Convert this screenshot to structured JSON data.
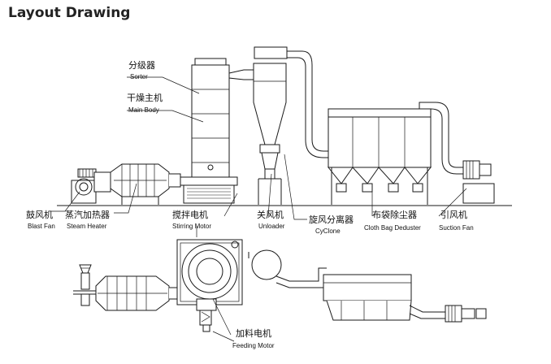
{
  "title": "Layout Drawing",
  "labels": {
    "sorter": {
      "cn": "分级器",
      "en": "Sorter"
    },
    "main_body": {
      "cn": "干燥主机",
      "en": "Main Body"
    },
    "blast_fan": {
      "cn": "鼓风机",
      "en": "Blast Fan"
    },
    "steam_heater": {
      "cn": "蒸汽加热器",
      "en": "Steam Heater"
    },
    "stirring_motor": {
      "cn": "搅拌电机",
      "en": "Stirring Motor"
    },
    "unloader": {
      "cn": "关风机",
      "en": "Unloader"
    },
    "cyclone": {
      "cn": "旋风分离器",
      "en": "CyClone"
    },
    "cloth_bag": {
      "cn": "布袋除尘器",
      "en": "Cloth Bag Deduster"
    },
    "suction_fan": {
      "cn": "引风机",
      "en": "Suction Fan"
    },
    "feeding_motor": {
      "cn": "加料电机",
      "en": "Feeding Motor"
    }
  }
}
